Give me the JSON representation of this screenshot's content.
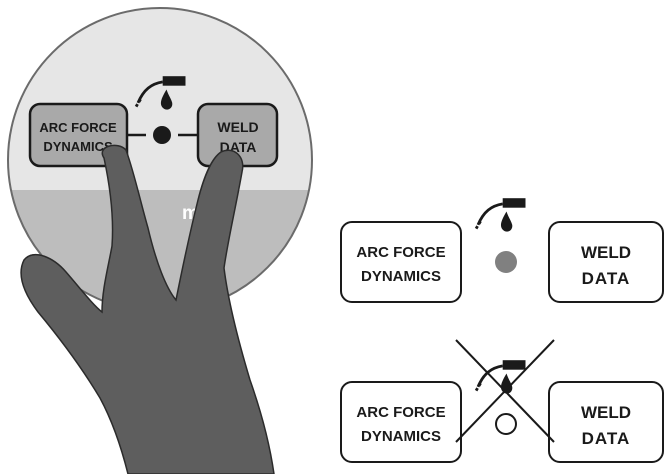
{
  "zoom_panel": {
    "left_button": {
      "line1": "ARC FORCE",
      "line2": "DYNAMICS"
    },
    "right_button": {
      "line1": "WELD",
      "line2": "DATA"
    },
    "lower_band_text": "m  in"
  },
  "lit_panel": {
    "left_button": {
      "line1": "ARC FORCE",
      "line2": "DYNAMICS"
    },
    "right_button": {
      "line1": "WELD",
      "line2": "DATA"
    },
    "indicator_state": "on"
  },
  "unlit_panel": {
    "left_button": {
      "line1": "ARC FORCE",
      "line2": "DYNAMICS"
    },
    "right_button": {
      "line1": "WELD",
      "line2": "DATA"
    },
    "indicator_state": "off",
    "crossed_out": true
  },
  "icons": {
    "torch": "welding-torch-drop-icon",
    "hand": "two-finger-press-hand-icon"
  },
  "colors": {
    "outline": "#1a1a1a",
    "zoom_button_fill": "#a9a9a9",
    "zoom_upper_bg": "#e6e6e6",
    "zoom_lower_band": "#bdbdbd",
    "hand_fill": "#5e5e5e",
    "led_on": "#808080",
    "led_off": "#ffffff"
  }
}
